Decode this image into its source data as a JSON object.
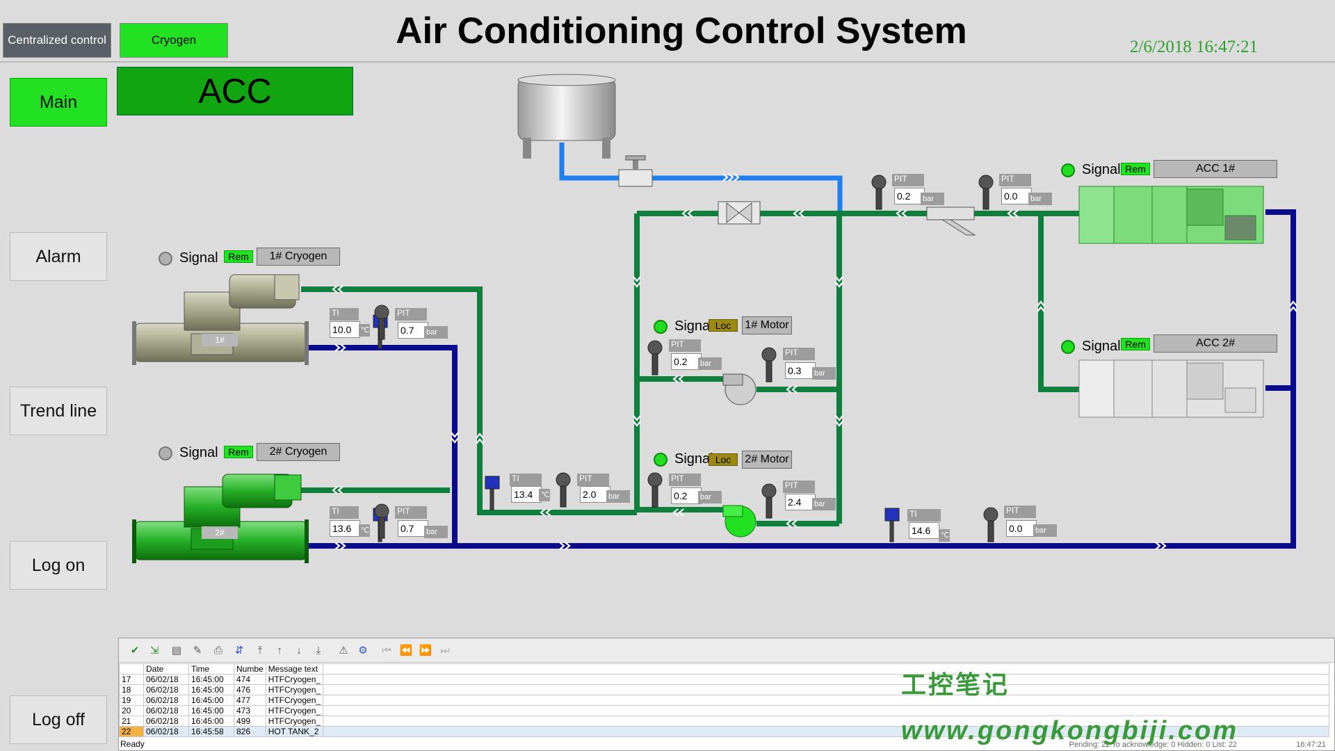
{
  "header": {
    "tabs": [
      {
        "label": "Centralized control"
      },
      {
        "label": "Cryogen"
      }
    ],
    "title": "Air Conditioning Control System",
    "datetime": "2/6/2018  16:47:21"
  },
  "screen_label": "ACC",
  "nav": {
    "main": "Main",
    "alarm": "Alarm",
    "trend": "Trend line",
    "logon": "Log on",
    "logoff": "Log off"
  },
  "colors": {
    "active_green": "#22e022",
    "pipe_green": "#0e7f3c",
    "pipe_blue": "#0a0a8c",
    "pipe_light_blue": "#1e7ff0",
    "gray_button": "#5a5e66"
  },
  "units": {
    "cryo1": {
      "signal": "Signal",
      "mode": "Rem",
      "name": "1# Cryogen",
      "label": "1#"
    },
    "cryo2": {
      "signal": "Signal",
      "mode": "Rem",
      "name": "2# Cryogen",
      "label": "2#"
    },
    "motor1": {
      "signal": "Signal",
      "mode": "Loc",
      "name": "1# Motor"
    },
    "motor2": {
      "signal": "Signal",
      "mode": "Loc",
      "name": "2# Motor"
    },
    "acc1": {
      "signal": "Signal",
      "mode": "Rem",
      "name": "ACC 1#"
    },
    "acc2": {
      "signal": "Signal",
      "mode": "Rem",
      "name": "ACC 2#"
    }
  },
  "instruments": {
    "cryo1_ti": {
      "tag": "TI",
      "value": "10.0",
      "unit": "℃"
    },
    "cryo1_pit": {
      "tag": "PIT",
      "value": "0.7",
      "unit": "bar"
    },
    "cryo2_ti": {
      "tag": "TI",
      "value": "13.6",
      "unit": "℃"
    },
    "cryo2_pit": {
      "tag": "PIT",
      "value": "0.7",
      "unit": "bar"
    },
    "mid_ti": {
      "tag": "TI",
      "value": "13.4",
      "unit": "℃"
    },
    "mid_pit": {
      "tag": "PIT",
      "value": "2.0",
      "unit": "bar"
    },
    "m1_pit_in": {
      "tag": "PIT",
      "value": "0.2",
      "unit": "bar"
    },
    "m1_pit_out": {
      "tag": "PIT",
      "value": "0.3",
      "unit": "bar"
    },
    "m2_pit_in": {
      "tag": "PIT",
      "value": "0.2",
      "unit": "bar"
    },
    "m2_pit_out": {
      "tag": "PIT",
      "value": "2.4",
      "unit": "bar"
    },
    "top_pit1": {
      "tag": "PIT",
      "value": "0.2",
      "unit": "bar"
    },
    "top_pit2": {
      "tag": "PIT",
      "value": "0.0",
      "unit": "bar"
    },
    "ret_ti": {
      "tag": "TI",
      "value": "14.6",
      "unit": "℃"
    },
    "ret_pit": {
      "tag": "PIT",
      "value": "0.0",
      "unit": "bar"
    }
  },
  "alarm": {
    "columns": [
      "",
      "Date",
      "Time",
      "Numbe",
      "Message text"
    ],
    "rows": [
      [
        "17",
        "06/02/18",
        "16:45:00",
        "474",
        "HTFCryogen_"
      ],
      [
        "18",
        "06/02/18",
        "16:45:00",
        "476",
        "HTFCryogen_"
      ],
      [
        "19",
        "06/02/18",
        "16:45:00",
        "477",
        "HTFCryogen_"
      ],
      [
        "20",
        "06/02/18",
        "16:45:00",
        "473",
        "HTFCryogen_"
      ],
      [
        "21",
        "06/02/18",
        "16:45:00",
        "499",
        "HTFCryogen_"
      ],
      [
        "22",
        "06/02/18",
        "16:45:58",
        "826",
        "HOT TANK_2"
      ]
    ],
    "status": "Ready",
    "counts": "Pending: 22   To acknowledge: 0   Hidden: 0   List: 22",
    "time": "16:47:21"
  },
  "watermark": {
    "cn": "工控笔记",
    "url": "www.gongkongbiji.com"
  }
}
